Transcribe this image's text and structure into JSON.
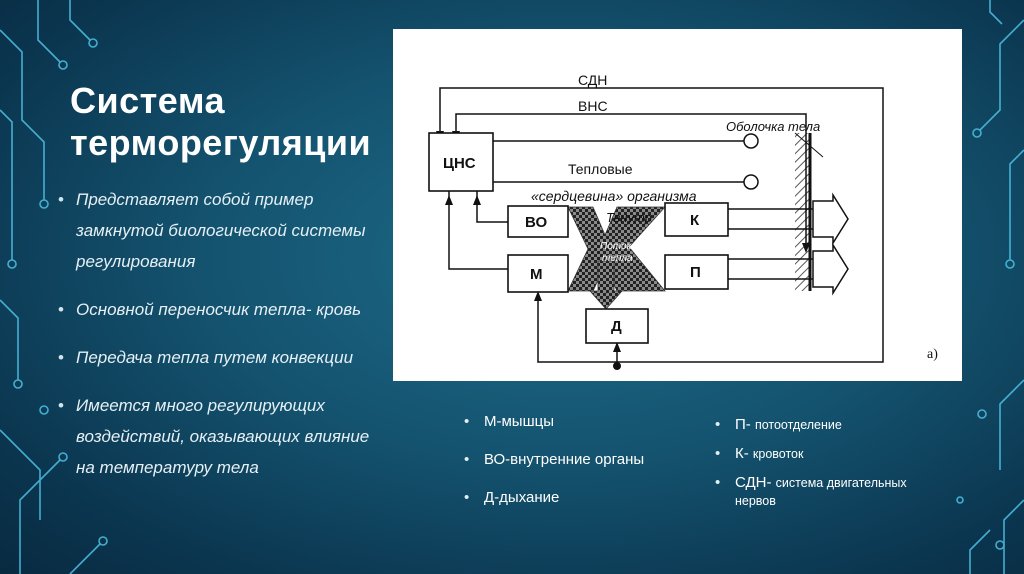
{
  "slide": {
    "title_line1": "Система",
    "title_line2": "терморегуляции",
    "bullets": [
      "Представляет собой пример замкнутой биологической системы регулирования",
      "Основной переносчик тепла- кровь",
      "Передача тепла путем конвекции",
      "Имеется много регулирующих воздействий, оказывающих влияние на температуру тела"
    ]
  },
  "diagram": {
    "label_sdn": "СДН",
    "label_vns": "ВНС",
    "label_shell": "Оболочка тела",
    "label_heat1": "Тепловые",
    "label_heat2": "«сердцевина» организма",
    "label_tvnutr": "Твнутр",
    "label_flow1": "Поток",
    "label_flow2": "тепла",
    "box_cns": "ЦНС",
    "box_vo": "ВО",
    "box_k": "К",
    "box_m": "М",
    "box_p": "П",
    "box_d": "Д",
    "figure_label": "а)"
  },
  "legend_left": [
    "М-мышцы",
    "ВО-внутренние органы",
    "Д-дыхание"
  ],
  "legend_right": [
    {
      "abbr": "П-",
      "text": "потоотделение"
    },
    {
      "abbr": "К-",
      "text": "кровоток"
    },
    {
      "abbr": "СДН-",
      "text": "система двигательных нервов"
    }
  ],
  "colors": {
    "background": "#14536f",
    "circuit": "#4fc3e6",
    "text": "#ffffff"
  }
}
